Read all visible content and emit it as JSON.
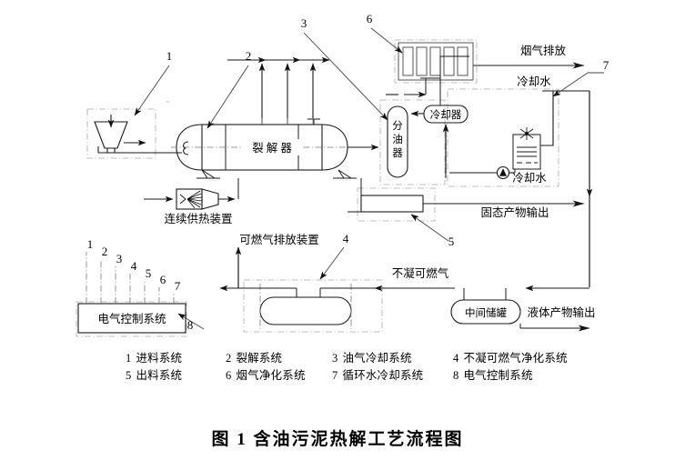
{
  "figure": {
    "caption": "图 1  含油污泥热解工艺流程图",
    "caption_number": "图 1",
    "caption_title": "含油污泥热解工艺流程图"
  },
  "equipment_labels": {
    "reactor": "裂 解 器",
    "continuous_heating_device": "连续供热装置",
    "combustible_gas_discharge_device": "可燃气排放装置",
    "electric_control_system": "电气控制系统",
    "oil_separator": "分油器",
    "cooler": "冷却器",
    "cooling_water_top": "冷却水",
    "cooling_water_bottom": "冷却水",
    "intermediate_tank": "中间储罐"
  },
  "stream_labels": {
    "flue_gas_discharge": "烟气排放",
    "solid_product_output": "固态产物输出",
    "noncondensable_combustible_gas": "不凝可燃气",
    "liquid_product_output": "液体产物输出"
  },
  "callouts": [
    {
      "id": "1",
      "label": "1"
    },
    {
      "id": "2",
      "label": "2"
    },
    {
      "id": "3",
      "label": "3"
    },
    {
      "id": "4",
      "label": "4"
    },
    {
      "id": "5",
      "label": "5"
    },
    {
      "id": "6",
      "label": "6"
    },
    {
      "id": "7",
      "label": "7"
    },
    {
      "id": "8",
      "label": "8"
    }
  ],
  "control_tags": [
    {
      "label": "1"
    },
    {
      "label": "2"
    },
    {
      "label": "3"
    },
    {
      "label": "4"
    },
    {
      "label": "5"
    },
    {
      "label": "6"
    },
    {
      "label": "7"
    }
  ],
  "legend": {
    "row1": [
      {
        "num": "1",
        "text": "进料系统"
      },
      {
        "num": "2",
        "text": "裂解系统"
      },
      {
        "num": "3",
        "text": "油气冷却系统"
      },
      {
        "num": "4",
        "text": "不凝可燃气净化系统"
      }
    ],
    "row2": [
      {
        "num": "5",
        "text": "出料系统"
      },
      {
        "num": "6",
        "text": "烟气净化系统"
      },
      {
        "num": "7",
        "text": "循环水冷却系统"
      },
      {
        "num": "8",
        "text": "电气控制系统"
      }
    ]
  },
  "colors": {
    "line": "#1a1a1a",
    "light_line": "#777777",
    "background": "#ffffff"
  }
}
